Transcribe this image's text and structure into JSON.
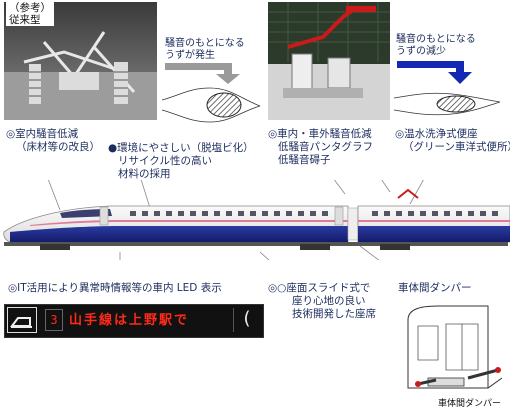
{
  "reference_photo": {
    "caption_line1": "（参考）",
    "caption_line2": "従来型"
  },
  "flow_before": {
    "line1": "騒音のもとになる",
    "line2": "うずが発生"
  },
  "flow_after": {
    "line1": "騒音のもとになる",
    "line2": "うずの減少"
  },
  "features": {
    "interior_noise": {
      "line1": "◎室内騒音低減",
      "line2": "（床材等の改良）"
    },
    "eco_material": {
      "line1": "●環境にやさしい（脱塩ビ化）",
      "line2": "リサイクル性の高い",
      "line3": "材料の採用"
    },
    "pantograph": {
      "line1": "◎車内・車外騒音低減",
      "line2": "低騒音パンタグラフ",
      "line3": "低騒音碍子"
    },
    "toilet": {
      "line1": "◎温水洗浄式便座",
      "line2": "（グリーン車洋式便所）"
    },
    "it_display": {
      "line1": "◎IT活用により異常時情報等の車内 LED 表示"
    },
    "seat": {
      "line1": "◎○座面スライド式で",
      "line2": "座り心地の良い",
      "line3": "技術開発した座席"
    },
    "damper": {
      "line1": "車体間ダンパー"
    }
  },
  "led_display": {
    "number": "3",
    "message": "山手線は上野駅で",
    "bracket": "(",
    "text_color": "#ff2a1a"
  },
  "damper_caption": "車体間ダンパー",
  "colors": {
    "label_text": "#1b2d5e",
    "train_blue": "#1f2a8c",
    "train_stripe": "#e07a9a",
    "arrow_gray": "#9a9a9a",
    "arrow_blue": "#1428b4"
  }
}
